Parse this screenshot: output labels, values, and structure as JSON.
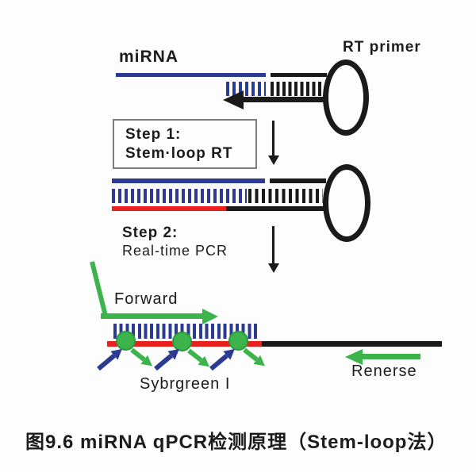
{
  "colors": {
    "navy": "#2c3a92",
    "red": "#e8211f",
    "green": "#3db44b",
    "ink": "#1a1a1a"
  },
  "labels": {
    "mirna": "miRNA",
    "rt_primer": "RT primer",
    "step1_line1": "Step 1:",
    "step1_line2": "Stem·loop RT",
    "step2_line1": "Step 2:",
    "step2_line2": "Real-time PCR",
    "forward": "Forward",
    "sybrgreen": "Sybrgreen I",
    "reverse": "Renerse"
  },
  "caption": "图9.6 miRNA qPCR检测原理（Stem-loop法）"
}
